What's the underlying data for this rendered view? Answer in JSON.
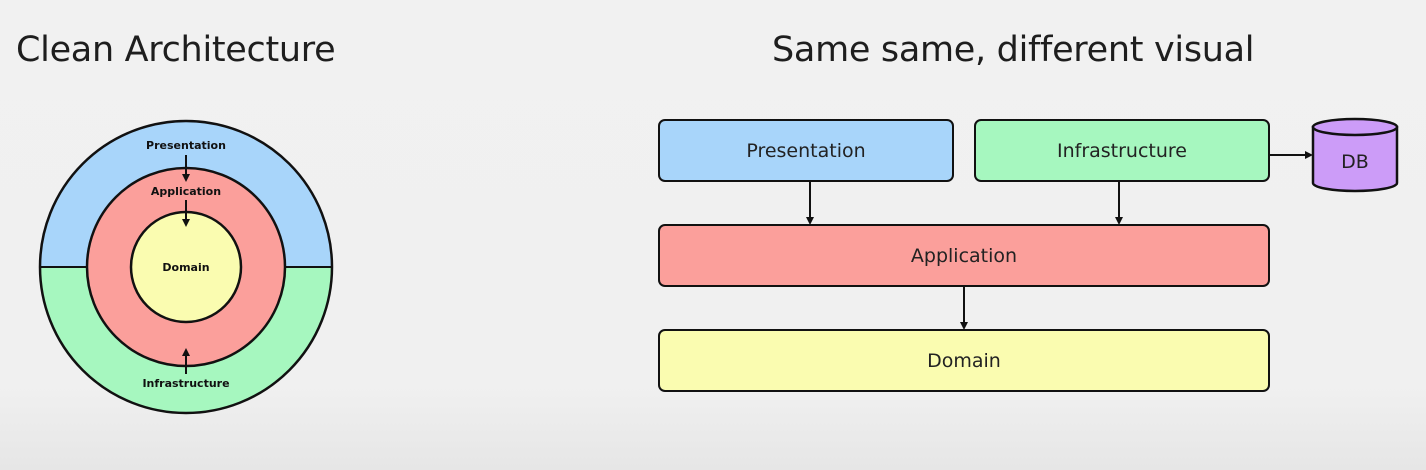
{
  "left_diagram": {
    "title": "Clean Architecture",
    "rings": {
      "presentation": "Presentation",
      "application": "Application",
      "domain": "Domain",
      "infrastructure": "Infrastructure"
    }
  },
  "right_diagram": {
    "title": "Same same, different visual",
    "boxes": {
      "presentation": "Presentation",
      "infrastructure": "Infrastructure",
      "application": "Application",
      "domain": "Domain"
    },
    "database": "DB"
  },
  "colors": {
    "presentation": "#a8d5fa",
    "infrastructure": "#a6f7bf",
    "application": "#fb9f9b",
    "domain": "#fafcb0",
    "database": "#cc9cf8",
    "outline": "#111111"
  }
}
